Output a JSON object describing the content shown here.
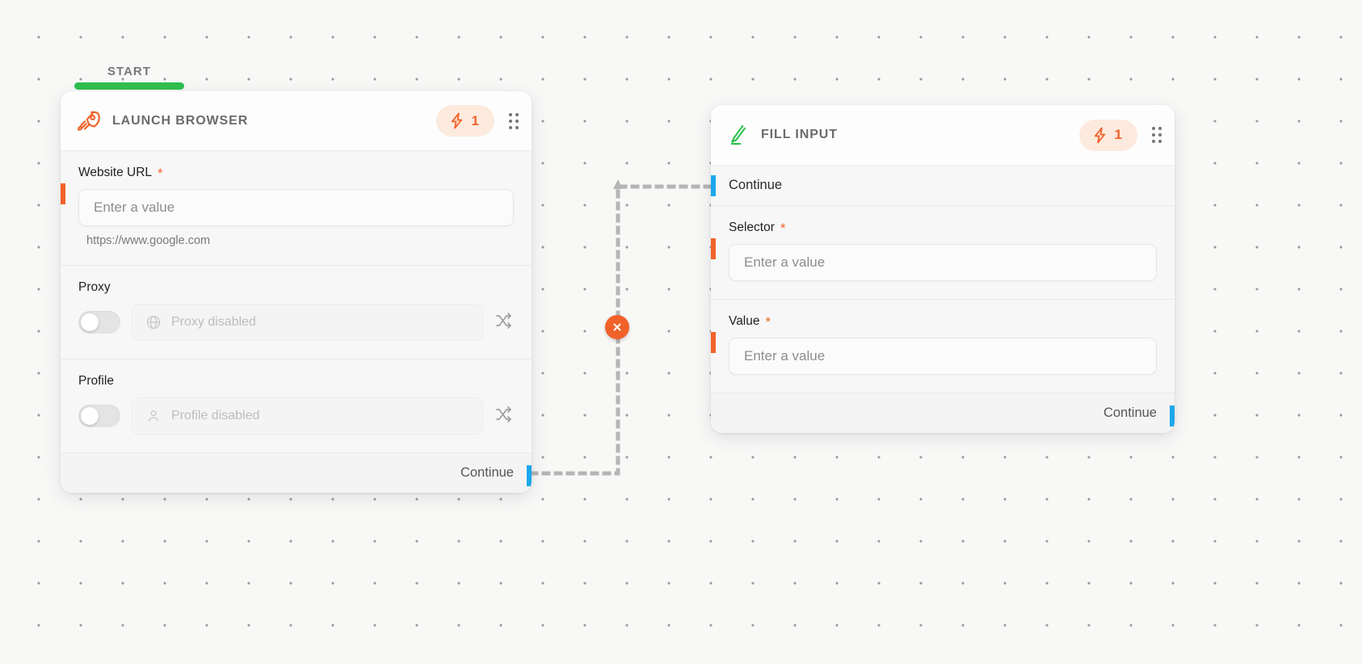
{
  "canvas": {
    "background_color": "#f8f8f7",
    "dot_color": "#9b9ba3"
  },
  "start_marker": {
    "label": "START",
    "color": "#2fbf4f"
  },
  "colors": {
    "accent_orange": "#f1622a",
    "badge_bg": "#fdeade",
    "port_blue": "#1ca7ec",
    "port_orange": "#f1622a",
    "start_green": "#2fbf4f"
  },
  "nodes": [
    {
      "id": "launch-browser",
      "title": "LAUNCH BROWSER",
      "icon": "rocket-icon",
      "badge": {
        "icon": "lightning-bolt-icon",
        "count": "1"
      },
      "handle": "drag-handle-icon",
      "fields": [
        {
          "label": "Website URL",
          "required": "*",
          "placeholder": "Enter a value",
          "helper": "https://www.google.com"
        },
        {
          "label": "Proxy",
          "toggle": "off",
          "icon": "globe-icon",
          "placeholder": "Proxy disabled",
          "action_icon": "shuffle-icon"
        },
        {
          "label": "Profile",
          "toggle": "off",
          "icon": "person-icon",
          "placeholder": "Profile disabled",
          "action_icon": "shuffle-icon"
        }
      ],
      "footer": {
        "label": "Continue"
      }
    },
    {
      "id": "fill-input",
      "title": "FILL INPUT",
      "icon": "pencil-icon",
      "badge": {
        "icon": "lightning-bolt-icon",
        "count": "1"
      },
      "handle": "drag-handle-icon",
      "input_port_label": "Continue",
      "fields": [
        {
          "label": "Selector",
          "required": "*",
          "placeholder": "Enter a value"
        },
        {
          "label": "Value",
          "required": "*",
          "placeholder": "Enter a value"
        }
      ],
      "footer": {
        "label": "Continue"
      }
    }
  ],
  "connection": {
    "style": "dashed",
    "color": "#b5b5b5",
    "delete_icon": "close-icon",
    "from": "launch-browser.continue",
    "to": "fill-input.continue"
  }
}
